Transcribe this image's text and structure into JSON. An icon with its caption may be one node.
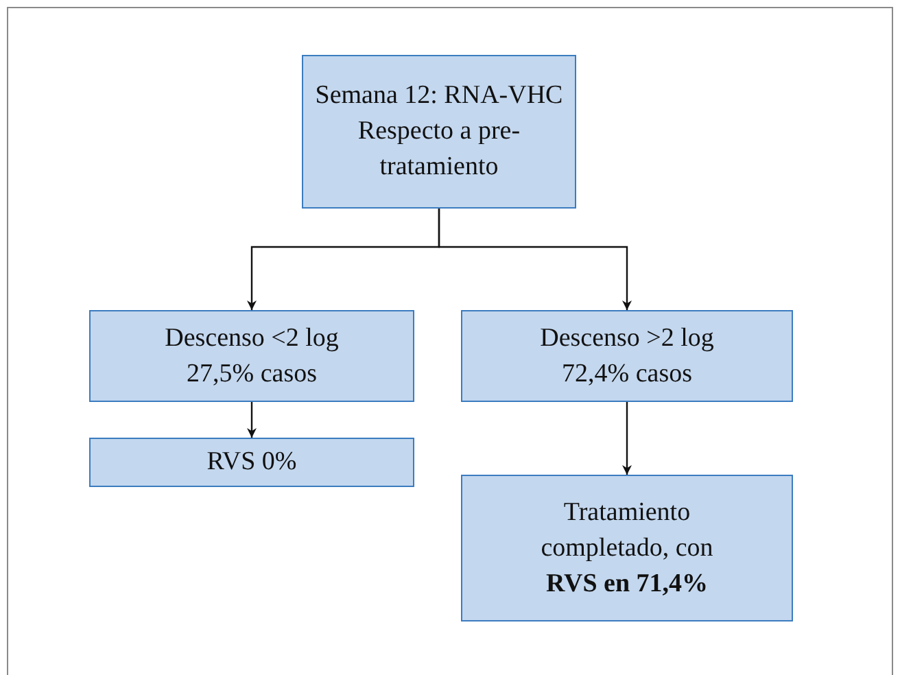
{
  "diagram": {
    "nodes": [
      {
        "text": [
          "Semana 12: RNA-VHC Respecto a pre-tratamiento"
        ]
      },
      {
        "text": [
          "Descenso <2 log 27,5% casos"
        ]
      },
      {
        "text": [
          "Descenso >2 log 72,4% casos"
        ]
      },
      {
        "text": [
          "RVS 0%"
        ]
      },
      {
        "text": [
          "Tratamiento completado, con **RVS en 71,4%**"
        ]
      }
    ],
    "edges": [
      {
        "from": 0,
        "to": 1,
        "arrow": "to"
      },
      {
        "from": 0,
        "to": 2,
        "arrow": "to"
      },
      {
        "from": 1,
        "to": 3,
        "arrow": "to"
      },
      {
        "from": 2,
        "to": 4,
        "arrow": "to"
      }
    ]
  }
}
